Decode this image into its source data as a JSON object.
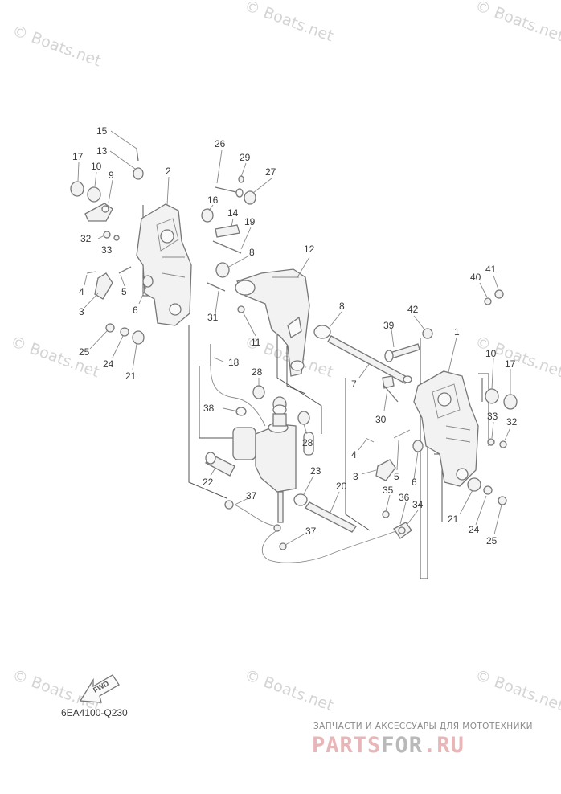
{
  "watermark": "© Boats.net",
  "diagram_code": "6EA4100-Q230",
  "fwd_label": "FWD",
  "brand": {
    "subtitle": "ЗАПЧАСТИ И АКСЕССУАРЫ ДЛЯ МОТОТЕХНИКИ",
    "part1": "PARTS",
    "part2": "FOR",
    "part3": ".RU",
    "color_main": "#e8b6b8",
    "color_dark": "#b9b9b9"
  },
  "callouts": {
    "c15": "15",
    "c13": "13",
    "c17a": "17",
    "c10a": "10",
    "c9": "9",
    "c2": "2",
    "c32a": "32",
    "c33a": "33",
    "c4a": "4",
    "c5a": "5",
    "c3a": "3",
    "c6a": "6",
    "c25a": "25",
    "c24a": "24",
    "c21a": "21",
    "c26": "26",
    "c29": "29",
    "c27": "27",
    "c16": "16",
    "c14": "14",
    "c19": "19",
    "c8a": "8",
    "c31": "31",
    "c11": "11",
    "c12": "12",
    "c18": "18",
    "c28a": "28",
    "c38": "38",
    "c28b": "28",
    "c22": "22",
    "c37a": "37",
    "c23": "23",
    "c20": "20",
    "c37b": "37",
    "c8b": "8",
    "c7": "7",
    "c39": "39",
    "c42": "42",
    "c30": "30",
    "c1": "1",
    "c41": "41",
    "c40": "40",
    "c10b": "10",
    "c17b": "17",
    "c33b": "33",
    "c32b": "32",
    "c4b": "4",
    "c5b": "5",
    "c3b": "3",
    "c6b": "6",
    "c35": "35",
    "c36": "36",
    "c34": "34",
    "c21b": "21",
    "c24b": "24",
    "c25b": "25"
  }
}
